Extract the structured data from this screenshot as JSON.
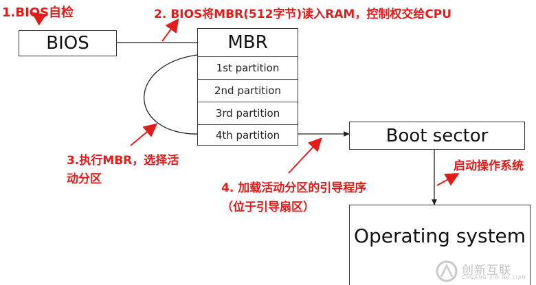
{
  "boxes": {
    "bios": "BIOS",
    "mbr": {
      "title": "MBR",
      "partitions": [
        "1st partition",
        "2nd partition",
        "3rd partition",
        "4th partition"
      ]
    },
    "boot_sector": "Boot sector",
    "operating_system": "Operating system"
  },
  "annotations": {
    "step1": "1.BIOS自检",
    "step2": "2. BIOS将MBR(512字节)读入RAM，控制权交给CPU",
    "step3_line1": "3.执行MBR，选择活",
    "step3_line2": "动分区",
    "step4_line1": "4. 加载活动分区的引导程序",
    "step4_line2": "（位于引导扇区）",
    "step5": "启动操作系统"
  },
  "watermark": {
    "name": "创新互联",
    "sub": "CHUANG XIN HU LIAN"
  },
  "colors": {
    "annotation": "#e21b1b",
    "box_border": "#333333",
    "connector": "#222222"
  }
}
